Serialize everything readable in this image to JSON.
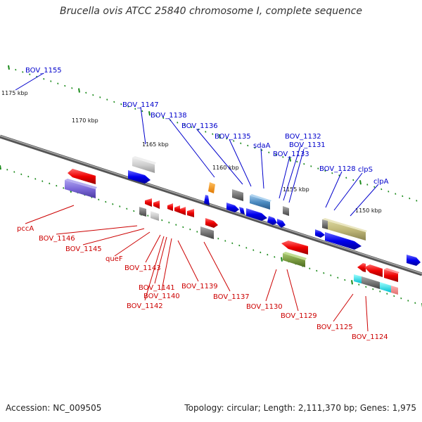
{
  "title": "Brucella ovis ATCC 25840 chromosome I, complete sequence",
  "footer": {
    "accession": "Accession: NC_009505",
    "topology": "Topology: circular; Length: 2,111,370 bp; Genes: 1,975"
  },
  "colors": {
    "forward_labels": "#0000cc",
    "reverse_labels": "#cc0000",
    "backbone": "#777777",
    "tick": "#1a8a1a"
  },
  "scale_labels": [
    "1175 kbp",
    "1170 kbp",
    "1165 kbp",
    "1160 kbp",
    "1155 kbp",
    "1150 kbp"
  ],
  "forward_genes": [
    "BOV_1155",
    "BOV_1147",
    "BOV_1138",
    "BOV_1136",
    "BOV_1135",
    "sdaA",
    "BOV_1132",
    "BOV_1131",
    "BOV_1133",
    "BOV_1128",
    "clpS",
    "clpA"
  ],
  "reverse_genes": [
    "pccA",
    "BOV_1146",
    "BOV_1145",
    "queF",
    "BOV_1143",
    "BOV_1141",
    "BOV_1140",
    "BOV_1142",
    "BOV_1139",
    "BOV_1137",
    "BOV_1130",
    "BOV_1129",
    "BOV_1125",
    "BOV_1124"
  ]
}
